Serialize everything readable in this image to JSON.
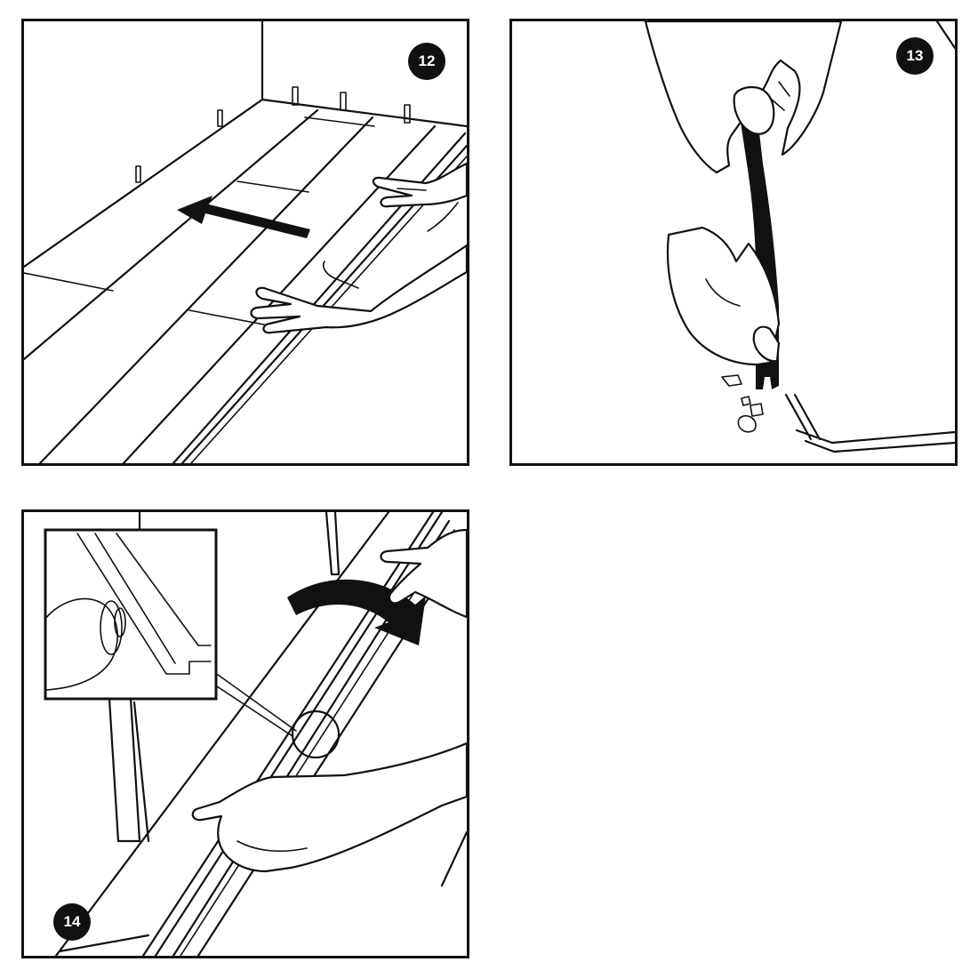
{
  "steps": [
    {
      "number": "12"
    },
    {
      "number": "13"
    },
    {
      "number": "14"
    }
  ],
  "icons": [
    "push-arrow-icon",
    "pull-blade-icon",
    "rotate-arrow-icon",
    "magnifier-circle-icon"
  ],
  "colors": {
    "line": "#111111",
    "background": "#ffffff"
  }
}
